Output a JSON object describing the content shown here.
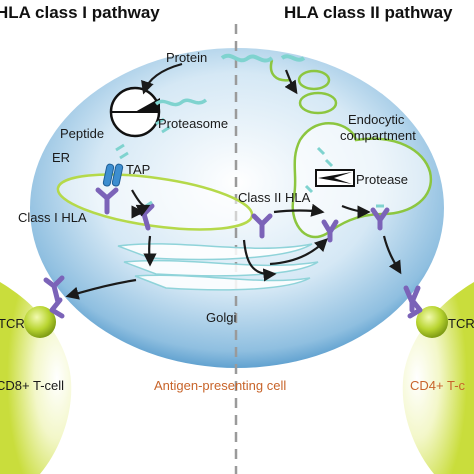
{
  "titles": {
    "left": "HLA class I pathway",
    "right": "HLA class II pathway"
  },
  "labels": {
    "protein": "Protein",
    "proteasome": "Proteasome",
    "peptide": "Peptide",
    "er": "ER",
    "tap": "TAP",
    "class1_hla": "Class I HLA",
    "class2_hla": "Class II HLA",
    "endocytic_line1": "Endocytic",
    "endocytic_line2": "compartment",
    "protease": "Protease",
    "golgi": "Golgi",
    "antigen_presenting_cell": "Antigen-presenting cell",
    "tcr_left": "TCR",
    "tcr_right": "TCR",
    "cd8_tcell": "CD8+ T-cell",
    "cd4_tcell": "CD4+ T-c"
  },
  "colors": {
    "cell_fill": "#a9cde6",
    "cell_edge": "#2f7fb5",
    "tcell_green": "#d2e34f",
    "membrane_green": "#8cc63f",
    "hla_purple": "#7b63b8",
    "peptide_teal": "#7fd3cf",
    "tap_blue": "#3d8ed0",
    "divider": "#9a9a9a",
    "accent_orange": "#c8642a"
  },
  "icons": [
    "proteasome-icon",
    "tap-channel-icon",
    "protease-icon",
    "receptor-icon",
    "arrow-icon"
  ]
}
